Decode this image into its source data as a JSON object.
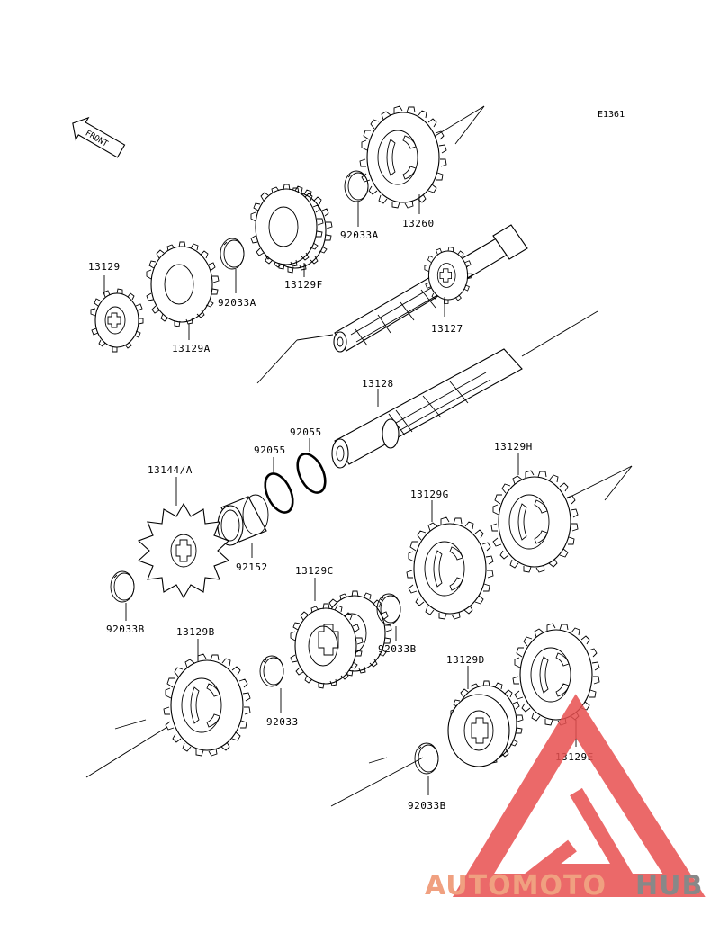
{
  "diagram": {
    "code": "E1361",
    "front_arrow_label": "FRONT",
    "labels": {
      "p13260": "13260",
      "p92033A_top": "92033A",
      "p13129F": "13129F",
      "p92033A_mid": "92033A",
      "p13129": "13129",
      "p13129A": "13129A",
      "p13127": "13127",
      "p13128": "13128",
      "p92055_a": "92055",
      "p92055_b": "92055",
      "p13144A": "13144/A",
      "p92152": "92152",
      "p13129H": "13129H",
      "p13129G": "13129G",
      "p13129C": "13129C",
      "p92033B_left": "92033B",
      "p92033B_mid": "92033B",
      "p13129B": "13129B",
      "p92033": "92033",
      "p13129D": "13129D",
      "p13129E": "13129E",
      "p92033B_bottom": "92033B"
    }
  },
  "watermark": {
    "part1": "AUTOMOTO",
    "part2": "HUB",
    "color1": "#f0a080",
    "color2": "#888888",
    "logo_color": "#e85050"
  }
}
